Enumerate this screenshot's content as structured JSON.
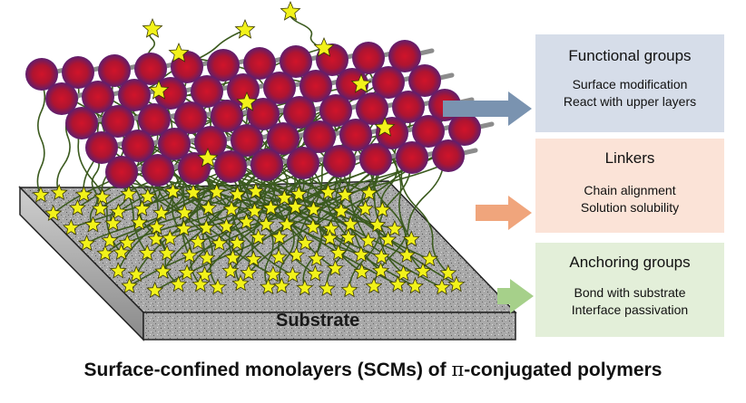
{
  "boxes": {
    "functional": {
      "title": "Functional groups",
      "lines": [
        "Surface modification",
        "React with upper layers"
      ],
      "color": "#d6dde9",
      "arrow_color": "#7a93b0"
    },
    "linkers": {
      "title": "Linkers",
      "lines": [
        "Chain alignment",
        "Solution solubility"
      ],
      "color": "#fbe3d7",
      "arrow_color": "#f0a57c"
    },
    "anchoring": {
      "title": "Anchoring groups",
      "lines": [
        "Bond with substrate",
        "Interface passivation"
      ],
      "color": "#e3efd9",
      "arrow_color": "#a6d08a"
    }
  },
  "substrate_label": "Substrate",
  "caption": {
    "before": "Surface-confined monolayers (SCMs) of ",
    "symbol": "π",
    "after": "-conjugated polymers"
  },
  "colors": {
    "polymer_bead": "#c2122a",
    "bead_halo": "#6a1f6b",
    "star_fill": "#f2f21a",
    "chain": "#3b5a1e",
    "substrate": "#9a9a9a"
  }
}
